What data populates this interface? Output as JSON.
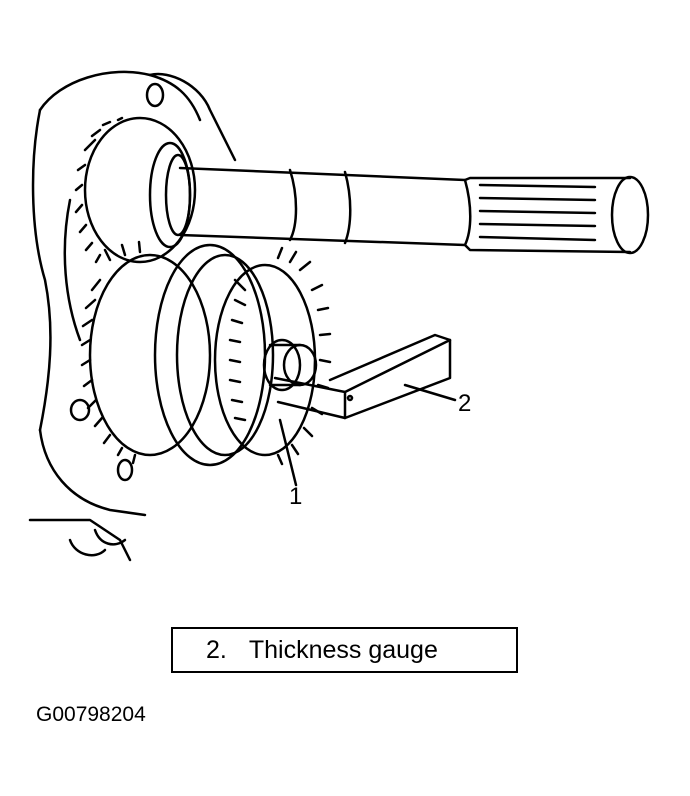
{
  "callouts": [
    {
      "number": "1"
    },
    {
      "number": "2"
    }
  ],
  "legend": {
    "number": "2.",
    "text": "Thickness gauge"
  },
  "figure_id": "G00798204"
}
